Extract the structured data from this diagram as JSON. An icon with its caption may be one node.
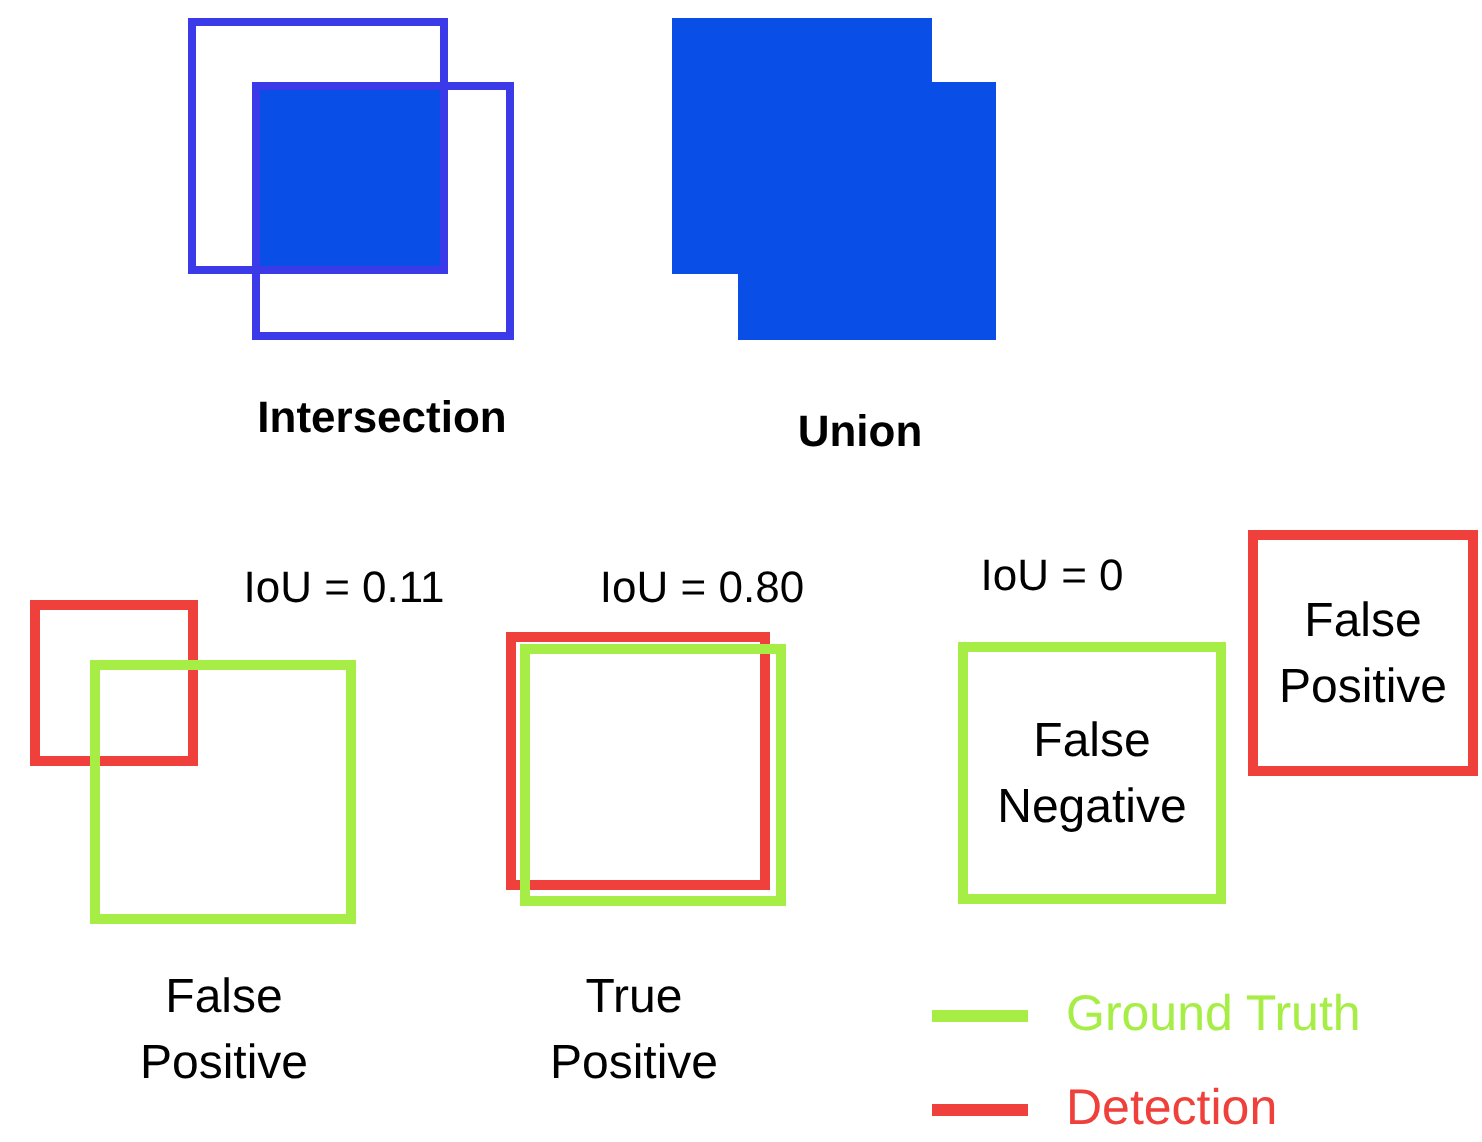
{
  "diagram": {
    "nodes": [
      {
        "text": [],
        "shape": "box"
      },
      {
        "text": [],
        "shape": "box"
      },
      {
        "text": [],
        "shape": "box"
      },
      {
        "text": [],
        "shape": "box"
      },
      {
        "text": [
          "False Negative"
        ]
      },
      {
        "text": [
          "False Positive"
        ]
      }
    ],
    "labels": [
      "Intersection",
      "Union",
      "IoU = 0.11",
      "IoU = 0.80",
      "IoU = 0",
      "False Positive",
      "True Positive"
    ],
    "legend": [
      {
        "text": "Ground Truth",
        "color": "#a6ee45"
      },
      {
        "text": "Detection",
        "color": "#f0403c"
      }
    ]
  }
}
